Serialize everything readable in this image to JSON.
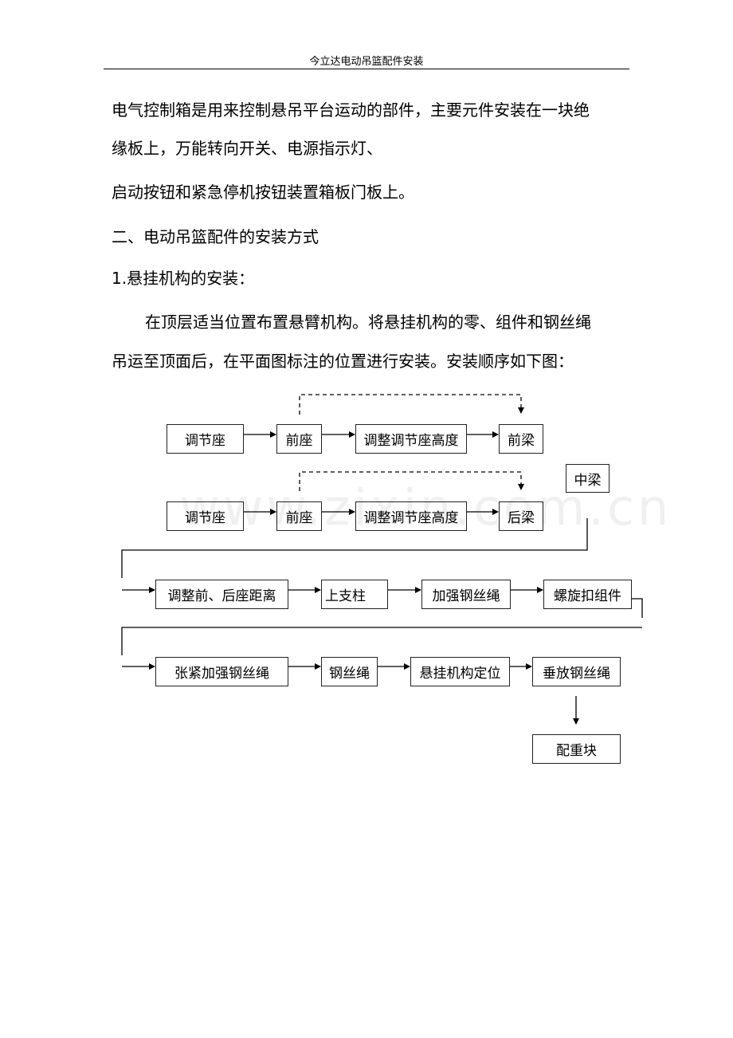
{
  "header": "今立达电动吊篮配件安装",
  "paragraphs": [
    "电气控制箱是用来控制悬吊平台运动的部件，主要元件安装在一块绝",
    "缘板上，万能转向开关、电源指示灯、",
    "启动按钮和紧急停机按钮装置箱板门板上。",
    "二、电动吊篮配件的安装方式",
    "1.悬挂机构的安装：",
    "在顶层适当位置布置悬臂机构。将悬挂机构的零、组件和钢丝绳",
    "吊运至顶面后，在平面图标注的位置进行安装。安装顺序如下图："
  ],
  "watermark": "www.zixin.com.cn",
  "flow": {
    "row1": [
      "调节座",
      "前座",
      "调整调节座高度",
      "前梁"
    ],
    "row2": [
      "调节座",
      "前座",
      "调整调节座高度",
      "后梁"
    ],
    "middle": "中梁",
    "row3": [
      "调整前、后座距离",
      "上支柱",
      "加强钢丝绳",
      "螺旋扣组件"
    ],
    "row4": [
      "张紧加强钢丝绳",
      "钢丝绳",
      "悬挂机构定位",
      "垂放钢丝绳"
    ],
    "final": "配重块"
  }
}
